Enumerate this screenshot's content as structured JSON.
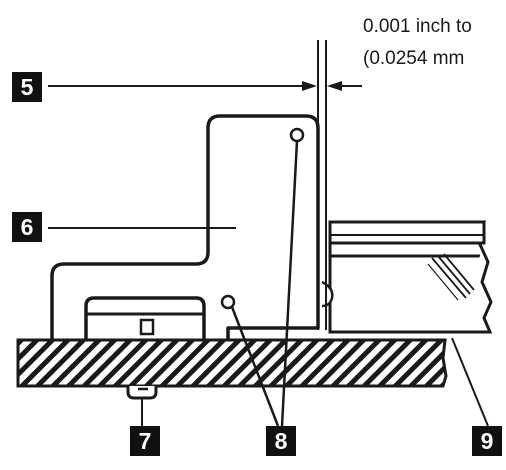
{
  "annotation": {
    "clearance_line1": "0.001 inch to",
    "clearance_line2": "(0.0254 mm"
  },
  "callouts": [
    {
      "id": "5",
      "label": "5"
    },
    {
      "id": "6",
      "label": "6"
    },
    {
      "id": "7",
      "label": "7"
    },
    {
      "id": "8",
      "label": "8"
    },
    {
      "id": "9",
      "label": "9"
    }
  ],
  "colors": {
    "ink": "#1a1a1a",
    "callout_bg": "#111111",
    "callout_text": "#ffffff"
  }
}
